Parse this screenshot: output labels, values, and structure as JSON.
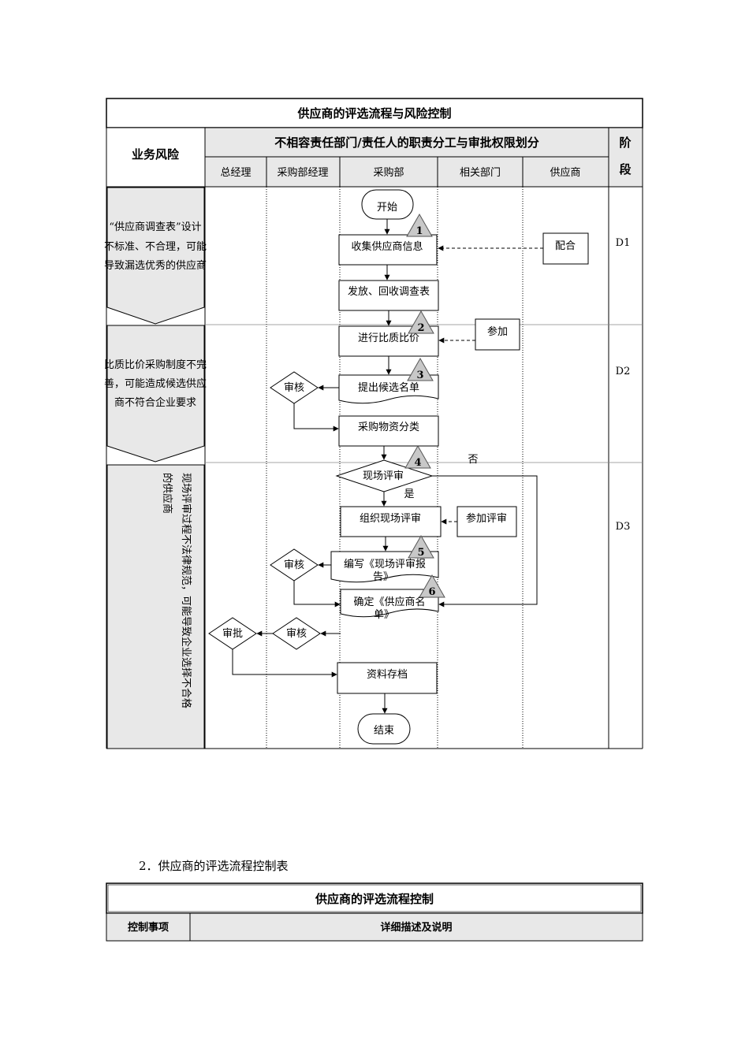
{
  "flow_table": {
    "title": "供应商的评选流程与风险控制",
    "col_risk": "业务风险",
    "col_duties": "不相容责任部门/责任人的职责分工与审批权限划分",
    "col_stage_1": "阶",
    "col_stage_2": "段",
    "roles": [
      "总经理",
      "采购部经理",
      "采购部",
      "相关部门",
      "供应商"
    ],
    "stages": [
      "D1",
      "D2",
      "D3"
    ],
    "risks": {
      "r1": [
        "“供应商调查表”设计",
        "不标准、不合理，可能",
        "导致漏选优秀的供应商"
      ],
      "r2": [
        "比质比价采购制度不完",
        "善，可能造成候选供应",
        "商不符合企业要求"
      ],
      "r3": [
        "现场评审过程不法律规范，可能导致企业选择不合格",
        "的供应商"
      ]
    },
    "nodes": {
      "start": "开始",
      "collect": "收集供应商信息",
      "cooperate": "配合",
      "distribute": "发放、回收调查表",
      "participate": "参加",
      "compare": "进行比质比价",
      "propose": "提出候选名单",
      "review_a": "审核",
      "classify": "采购物资分类",
      "onsite": "现场评审",
      "no": "否",
      "yes": "是",
      "organize": "组织现场评审",
      "join_review": "参加评审",
      "report_1": "编写《现场评审报",
      "report_2": "告》",
      "review_b": "审核",
      "confirm_1": "确定《供应商名",
      "confirm_2": "单》",
      "approve": "审批",
      "review_c": "审核",
      "archive": "资料存档",
      "end": "结束"
    },
    "markers": [
      "1",
      "2",
      "3",
      "4",
      "5",
      "6"
    ]
  },
  "section_heading": "2．供应商的评选流程控制表",
  "control_table": {
    "title": "供应商的评选流程控制",
    "col_item": "控制事项",
    "col_desc": "详细描述及说明"
  }
}
